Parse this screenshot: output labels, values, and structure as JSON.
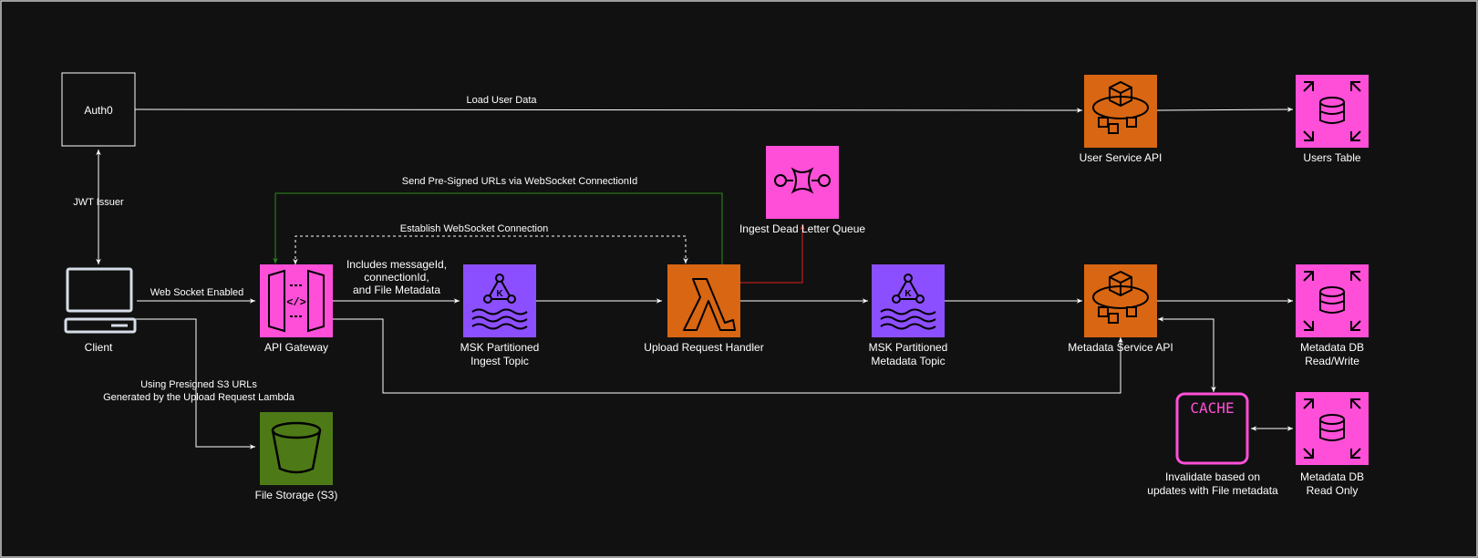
{
  "nodes": {
    "auth0": {
      "label": "Auth0"
    },
    "client": {
      "label": "Client"
    },
    "api_gateway": {
      "label": "API Gateway"
    },
    "file_storage": {
      "label": "File Storage (S3)"
    },
    "msk_ingest": {
      "label_line1": "MSK Partitioned",
      "label_line2": "Ingest Topic"
    },
    "upload_handler": {
      "label": "Upload Request Handler"
    },
    "dlq": {
      "label": "Ingest Dead Letter Queue"
    },
    "msk_metadata": {
      "label_line1": "MSK Partitioned",
      "label_line2": "Metadata Topic"
    },
    "user_service": {
      "label": "User Service API"
    },
    "users_table": {
      "label": "Users Table"
    },
    "metadata_service": {
      "label": "Metadata Service API"
    },
    "metadata_db_rw": {
      "label_line1": "Metadata DB",
      "label_line2": "Read/Write"
    },
    "cache": {
      "label": "CACHE",
      "note_line1": "Invalidate based on",
      "note_line2": "updates with File metadata"
    },
    "metadata_db_ro": {
      "label_line1": "Metadata DB",
      "label_line2": "Read Only"
    }
  },
  "edges": {
    "load_user_data": "Load User Data",
    "jwt_issuer": "JWT Issuer",
    "web_socket_enabled": "Web Socket Enabled",
    "send_presigned": "Send Pre-Signed URLs via WebSocket ConnectionId",
    "establish_ws": "Establish WebSocket Connection",
    "includes_line1": "Includes messageId,",
    "includes_line2": "connectionId,",
    "includes_line3": "and File Metadata",
    "presigned_line1": "Using Presigned S3 URLs",
    "presigned_line2": "Generated by the Upload Request Lambda"
  },
  "colors": {
    "background": "#111111",
    "orange": "#D86613",
    "purple": "#8C4FFF",
    "pink": "#FF4FD8",
    "green_bucket": "#4D7A17",
    "green_edge": "#2E8B1E",
    "red_edge": "#E02020",
    "edge": "#FFFFFF"
  }
}
